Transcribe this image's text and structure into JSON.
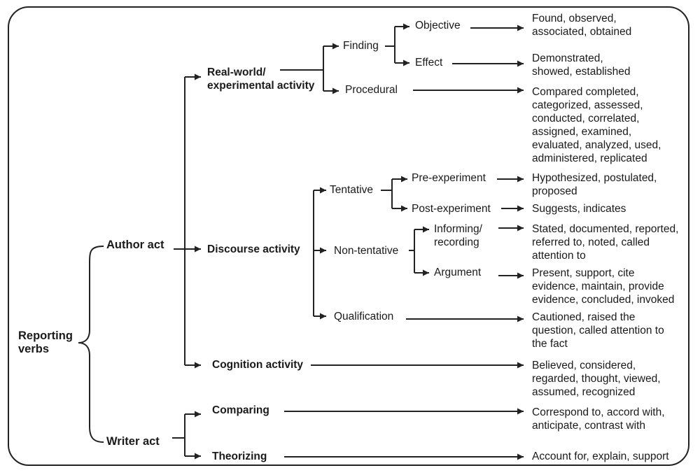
{
  "root": "Reporting\nverbs",
  "acts": {
    "author": "Author act",
    "writer": "Writer act"
  },
  "activities": {
    "real_world": "Real-world/\nexperimental activity",
    "discourse": "Discourse activity",
    "cognition": "Cognition activity",
    "comparing": "Comparing",
    "theorizing": "Theorizing"
  },
  "subcategories": {
    "finding": "Finding",
    "procedural": "Procedural",
    "tentative": "Tentative",
    "non_tentative": "Non-tentative",
    "qualification": "Qualification"
  },
  "leaves": {
    "objective": "Objective",
    "effect": "Effect",
    "pre_experiment": "Pre-experiment",
    "post_experiment": "Post-experiment",
    "informing": "Informing/\nrecording",
    "argument": "Argument"
  },
  "examples": {
    "objective": "Found, observed,\nassociated, obtained",
    "effect": "Demonstrated,\nshowed, established",
    "procedural": "Compared completed,\ncategorized, assessed,\nconducted, correlated,\nassigned, examined,\nevaluated, analyzed, used,\nadministered, replicated",
    "pre_experiment": "Hypothesized, postulated,\nproposed",
    "post_experiment": "Suggests, indicates",
    "informing": "Stated, documented, reported,\nreferred to, noted, called\nattention to",
    "argument": "Present, support, cite\nevidence, maintain, provide\nevidence, concluded, invoked",
    "qualification": "Cautioned, raised the\nquestion, called attention to\nthe fact",
    "cognition": "Believed, considered,\nregarded, thought, viewed,\nassumed, recognized",
    "comparing": "Correspond to, accord with,\nanticipate, contrast with",
    "theorizing": "Account for, explain, support"
  }
}
